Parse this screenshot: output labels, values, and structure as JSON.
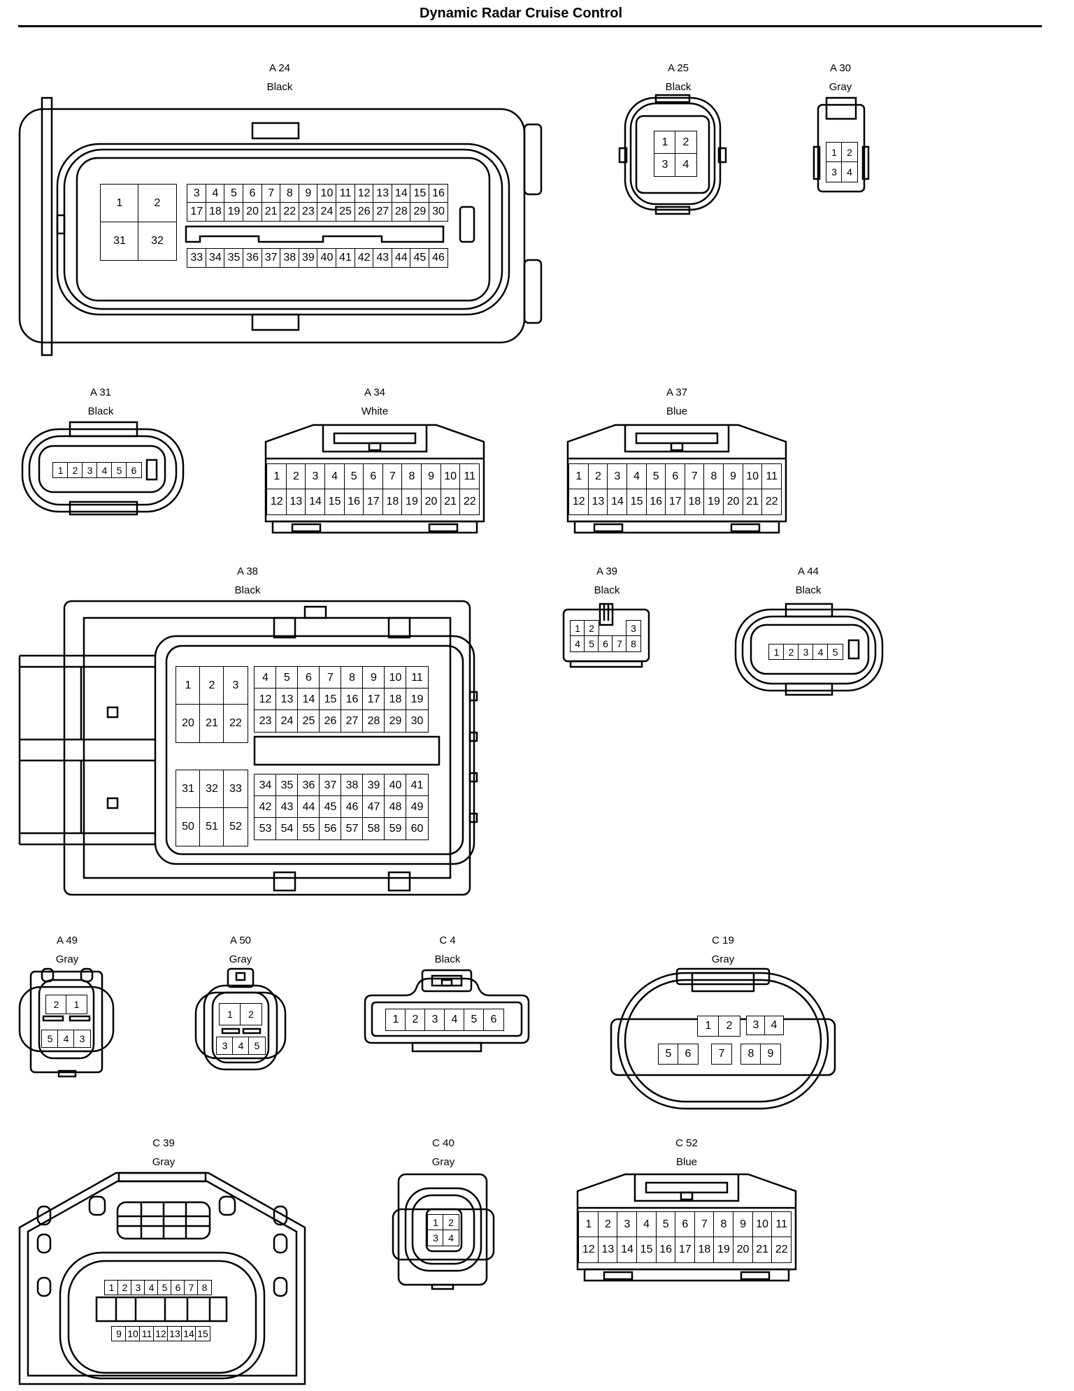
{
  "title": "Dynamic Radar Cruise Control",
  "connectors": [
    {
      "id": "A24",
      "code": "A 24",
      "color": "Black",
      "groups": [
        {
          "cols": 2,
          "rows": [
            [
              "1",
              "2"
            ],
            [
              "31",
              "32"
            ]
          ]
        },
        {
          "cols": 14,
          "rows": [
            [
              "3",
              "4",
              "5",
              "6",
              "7",
              "8",
              "9",
              "10",
              "11",
              "12",
              "13",
              "14",
              "15",
              "16"
            ],
            [
              "17",
              "18",
              "19",
              "20",
              "21",
              "22",
              "23",
              "24",
              "25",
              "26",
              "27",
              "28",
              "29",
              "30"
            ]
          ]
        },
        {
          "cols": 14,
          "rows": [
            [
              "33",
              "34",
              "35",
              "36",
              "37",
              "38",
              "39",
              "40",
              "41",
              "42",
              "43",
              "44",
              "45",
              "46"
            ]
          ]
        }
      ]
    },
    {
      "id": "A25",
      "code": "A 25",
      "color": "Black",
      "groups": [
        {
          "cols": 2,
          "rows": [
            [
              "1",
              "2"
            ],
            [
              "3",
              "4"
            ]
          ]
        }
      ]
    },
    {
      "id": "A30",
      "code": "A 30",
      "color": "Gray",
      "groups": [
        {
          "cols": 2,
          "rows": [
            [
              "1",
              "2"
            ],
            [
              "3",
              "4"
            ]
          ]
        }
      ]
    },
    {
      "id": "A31",
      "code": "A 31",
      "color": "Black",
      "groups": [
        {
          "cols": 6,
          "rows": [
            [
              "1",
              "2",
              "3",
              "4",
              "5",
              "6"
            ]
          ]
        }
      ]
    },
    {
      "id": "A34",
      "code": "A 34",
      "color": "White",
      "groups": [
        {
          "cols": 11,
          "rows": [
            [
              "1",
              "2",
              "3",
              "4",
              "5",
              "6",
              "7",
              "8",
              "9",
              "10",
              "11"
            ],
            [
              "12",
              "13",
              "14",
              "15",
              "16",
              "17",
              "18",
              "19",
              "20",
              "21",
              "22"
            ]
          ]
        }
      ]
    },
    {
      "id": "A37",
      "code": "A 37",
      "color": "Blue",
      "groups": [
        {
          "cols": 11,
          "rows": [
            [
              "1",
              "2",
              "3",
              "4",
              "5",
              "6",
              "7",
              "8",
              "9",
              "10",
              "11"
            ],
            [
              "12",
              "13",
              "14",
              "15",
              "16",
              "17",
              "18",
              "19",
              "20",
              "21",
              "22"
            ]
          ]
        }
      ]
    },
    {
      "id": "A38",
      "code": "A 38",
      "color": "Black",
      "groups": [
        {
          "cols": 3,
          "rows": [
            [
              "1",
              "2",
              "3"
            ],
            [
              "20",
              "21",
              "22"
            ]
          ]
        },
        {
          "cols": 8,
          "rows": [
            [
              "4",
              "5",
              "6",
              "7",
              "8",
              "9",
              "10",
              "11"
            ],
            [
              "12",
              "13",
              "14",
              "15",
              "16",
              "17",
              "18",
              "19"
            ],
            [
              "23",
              "24",
              "25",
              "26",
              "27",
              "28",
              "29",
              "30"
            ]
          ]
        },
        {
          "cols": 3,
          "rows": [
            [
              "31",
              "32",
              "33"
            ],
            [
              "50",
              "51",
              "52"
            ]
          ]
        },
        {
          "cols": 8,
          "rows": [
            [
              "34",
              "35",
              "36",
              "37",
              "38",
              "39",
              "40",
              "41"
            ],
            [
              "42",
              "43",
              "44",
              "45",
              "46",
              "47",
              "48",
              "49"
            ],
            [
              "53",
              "54",
              "55",
              "56",
              "57",
              "58",
              "59",
              "60"
            ]
          ]
        }
      ]
    },
    {
      "id": "A39",
      "code": "A 39",
      "color": "Black",
      "groups": [
        {
          "cols": 5,
          "rows": [
            [
              "1",
              "2",
              "",
              "",
              "3"
            ],
            [
              "4",
              "5",
              "6",
              "7",
              "8"
            ]
          ]
        }
      ]
    },
    {
      "id": "A44",
      "code": "A 44",
      "color": "Black",
      "groups": [
        {
          "cols": 5,
          "rows": [
            [
              "1",
              "2",
              "3",
              "4",
              "5"
            ]
          ]
        }
      ]
    },
    {
      "id": "A49",
      "code": "A 49",
      "color": "Gray",
      "groups": [
        {
          "cols": 2,
          "rows": [
            [
              "2",
              "1"
            ]
          ]
        },
        {
          "cols": 3,
          "rows": [
            [
              "5",
              "4",
              "3"
            ]
          ]
        }
      ]
    },
    {
      "id": "A50",
      "code": "A 50",
      "color": "Gray",
      "groups": [
        {
          "cols": 2,
          "rows": [
            [
              "1",
              "2"
            ]
          ]
        },
        {
          "cols": 3,
          "rows": [
            [
              "3",
              "4",
              "5"
            ]
          ]
        }
      ]
    },
    {
      "id": "C4",
      "code": "C 4",
      "color": "Black",
      "groups": [
        {
          "cols": 6,
          "rows": [
            [
              "1",
              "2",
              "3",
              "4",
              "5",
              "6"
            ]
          ]
        }
      ]
    },
    {
      "id": "C19",
      "code": "C 19",
      "color": "Gray",
      "groups": [
        {
          "cols": 2,
          "rows": [
            [
              "1",
              "2"
            ]
          ]
        },
        {
          "cols": 2,
          "rows": [
            [
              "3",
              "4"
            ]
          ]
        },
        {
          "cols": 2,
          "rows": [
            [
              "5",
              "6"
            ]
          ]
        },
        {
          "cols": 1,
          "rows": [
            [
              "7"
            ]
          ]
        },
        {
          "cols": 2,
          "rows": [
            [
              "8",
              "9"
            ]
          ]
        }
      ]
    },
    {
      "id": "C39",
      "code": "C 39",
      "color": "Gray",
      "groups": [
        {
          "cols": 8,
          "rows": [
            [
              "1",
              "2",
              "3",
              "4",
              "5",
              "6",
              "7",
              "8"
            ]
          ]
        },
        {
          "cols": 7,
          "rows": [
            [
              "9",
              "10",
              "11",
              "12",
              "13",
              "14",
              "15"
            ]
          ]
        }
      ]
    },
    {
      "id": "C40",
      "code": "C 40",
      "color": "Gray",
      "groups": [
        {
          "cols": 2,
          "rows": [
            [
              "1",
              "2"
            ],
            [
              "3",
              "4"
            ]
          ]
        }
      ]
    },
    {
      "id": "C52",
      "code": "C 52",
      "color": "Blue",
      "groups": [
        {
          "cols": 11,
          "rows": [
            [
              "1",
              "2",
              "3",
              "4",
              "5",
              "6",
              "7",
              "8",
              "9",
              "10",
              "11"
            ],
            [
              "12",
              "13",
              "14",
              "15",
              "16",
              "17",
              "18",
              "19",
              "20",
              "21",
              "22"
            ]
          ]
        }
      ]
    }
  ]
}
